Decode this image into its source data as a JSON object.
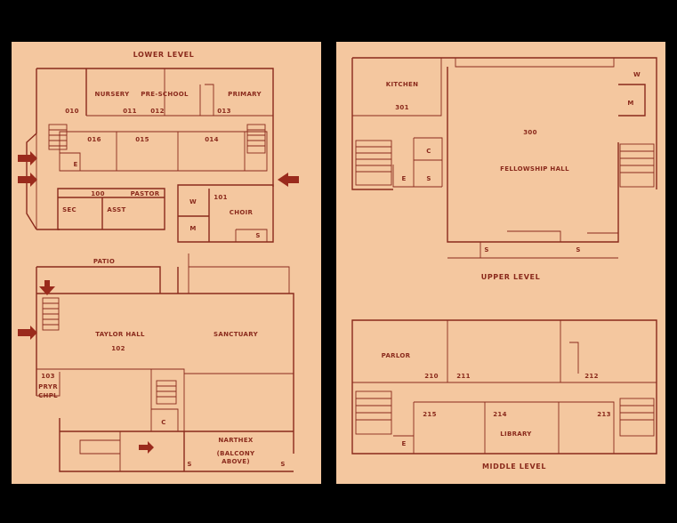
{
  "colors": {
    "background": "#000000",
    "paper": "#f4c79f",
    "ink": "#8a2a1c"
  },
  "left_plan": {
    "title": "LOWER LEVEL",
    "rooms": {
      "nursery": "NURSERY",
      "preschool": "PRE-SCHOOL",
      "primary": "PRIMARY",
      "r010": "010",
      "r011": "011",
      "r012": "012",
      "r013": "013",
      "r016": "016",
      "r015": "015",
      "r014": "014",
      "e1": "E",
      "r100": "100",
      "pastor": "PASTOR",
      "sec": "SEC",
      "asst": "ASST",
      "r101": "101",
      "choir": "CHOIR",
      "w": "W",
      "m": "M",
      "s1": "S",
      "patio": "PATIO",
      "taylor_hall": "TAYLOR HALL",
      "r102": "102",
      "sanctuary": "SANCTUARY",
      "r103": "103",
      "pryr": "PRYR",
      "chpl": "CHPL",
      "c": "C",
      "narthex": "NARTHEX",
      "balcony1": "(BALCONY",
      "balcony2": "ABOVE)",
      "s2": "S",
      "s3": "S"
    }
  },
  "upper_plan": {
    "title": "UPPER LEVEL",
    "rooms": {
      "kitchen": "KITCHEN",
      "r301": "301",
      "r300": "300",
      "fellowship": "FELLOWSHIP HALL",
      "w": "W",
      "m": "M",
      "c": "C",
      "e": "E",
      "s1": "S",
      "s2": "S",
      "s3": "S"
    }
  },
  "middle_plan": {
    "title": "MIDDLE LEVEL",
    "rooms": {
      "parlor": "PARLOR",
      "r210": "210",
      "r211": "211",
      "r212": "212",
      "r215": "215",
      "r214": "214",
      "r213": "213",
      "library": "LIBRARY",
      "e": "E"
    }
  }
}
